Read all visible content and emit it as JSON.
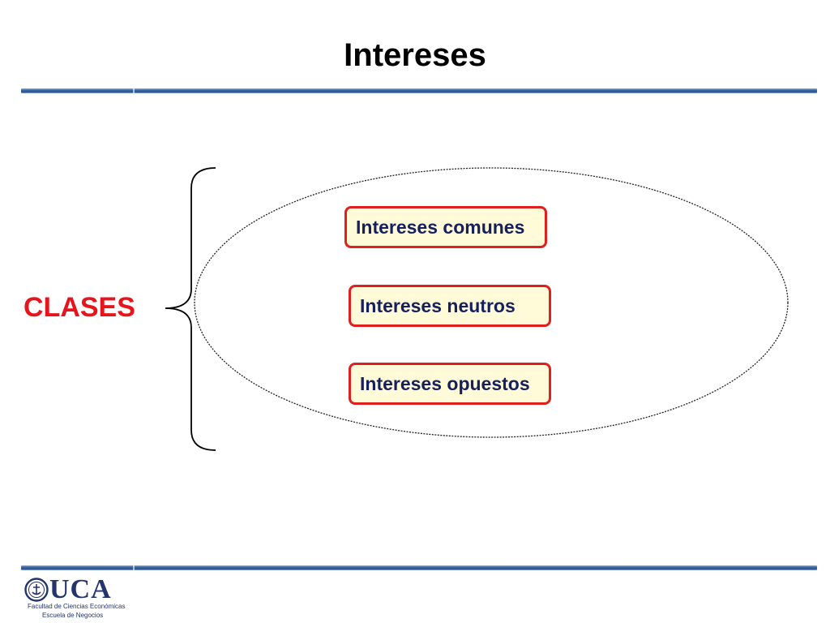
{
  "slide": {
    "title": "Intereses",
    "category_label": "CLASES",
    "classes": [
      "Intereses comunes",
      "Intereses neutros",
      "Intereses opuestos"
    ]
  },
  "logo": {
    "name": "UCA",
    "faculty": "Facultad de Ciencias Económicas",
    "school": "Escuela de Negocios"
  },
  "colors": {
    "title_text": "#000000",
    "category_label": "#e8141c",
    "box_border": "#e02020",
    "box_fill": "#fffbd8",
    "box_text": "#16205e",
    "rule": "#3e6aa8",
    "logo": "#24356d"
  }
}
